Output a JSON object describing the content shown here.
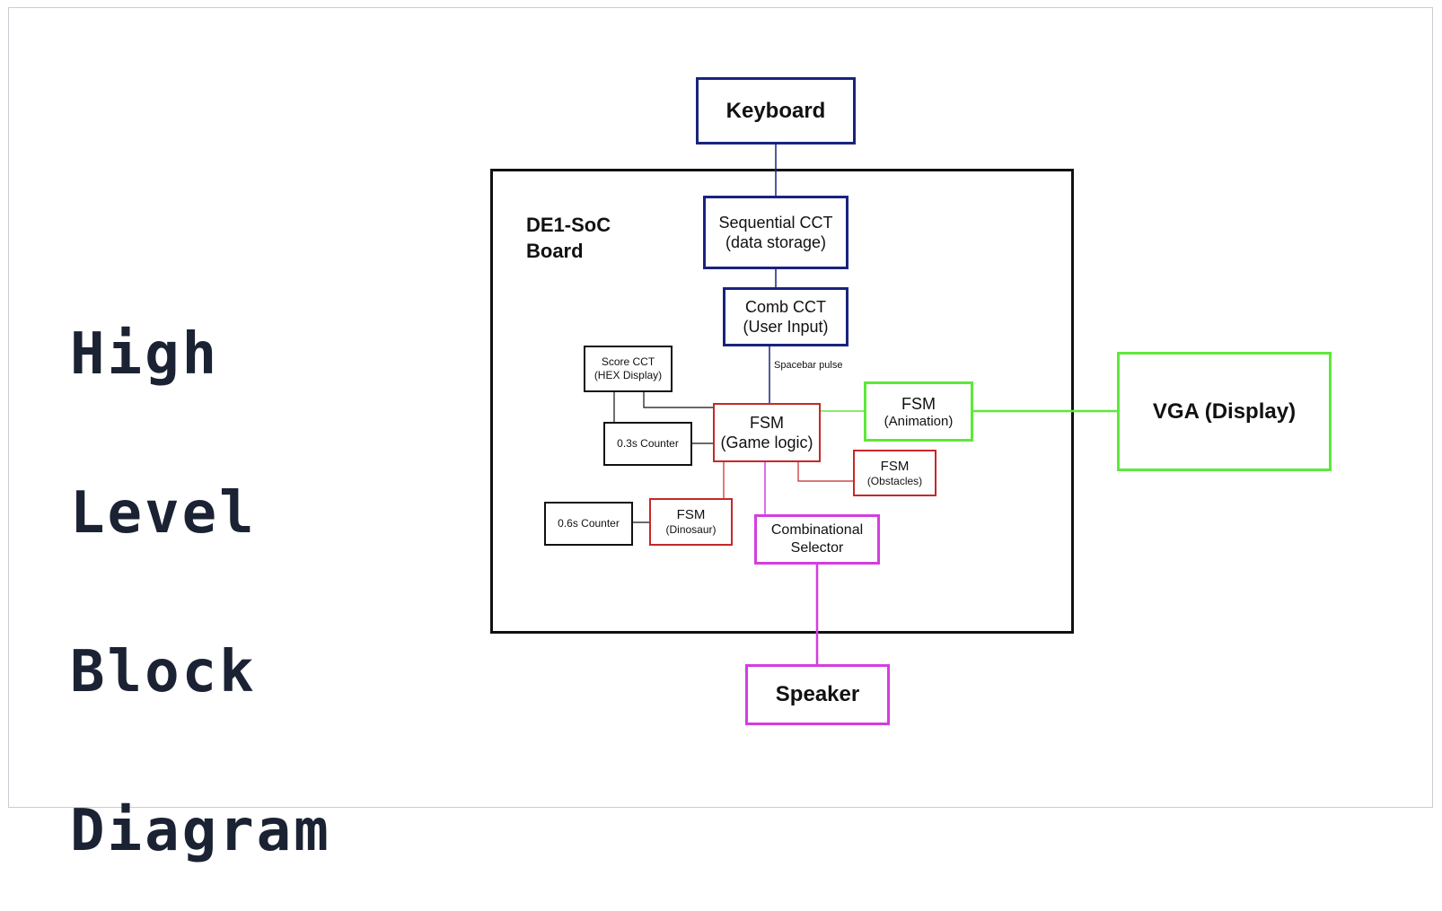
{
  "title": {
    "lines": [
      "High",
      "Level",
      "Block",
      "Diagram"
    ]
  },
  "board": {
    "lines": [
      "DE1-SoC",
      "Board"
    ]
  },
  "blocks": {
    "keyboard": {
      "lines": [
        "Keyboard"
      ]
    },
    "sequential": {
      "lines": [
        "Sequential CCT",
        "(data storage)"
      ]
    },
    "comb": {
      "lines": [
        "Comb CCT",
        "(User Input)"
      ]
    },
    "score": {
      "lines": [
        "Score CCT",
        "(HEX Display)"
      ]
    },
    "game_logic": {
      "lines": [
        "FSM",
        "(Game logic)"
      ]
    },
    "counter_03": {
      "lines": [
        "0.3s Counter"
      ]
    },
    "animation": {
      "lines": [
        "FSM",
        "(Animation)"
      ]
    },
    "obstacles": {
      "lines": [
        "FSM",
        "(Obstacles)"
      ]
    },
    "counter_06": {
      "lines": [
        "0.6s Counter"
      ]
    },
    "dinosaur": {
      "lines": [
        "FSM",
        "(Dinosaur)"
      ]
    },
    "selector": {
      "lines": [
        "Combinational",
        "Selector"
      ]
    },
    "vga": {
      "lines": [
        "VGA (Display)"
      ]
    },
    "speaker": {
      "lines": [
        "Speaker"
      ]
    }
  },
  "edge_labels": {
    "spacebar": "Spacebar pulse"
  },
  "colors": {
    "navy": "#1a237e",
    "red": "#c62828",
    "black": "#111111",
    "green": "#5ee83a",
    "magenta": "#d43de0",
    "title": "#1b2233"
  }
}
